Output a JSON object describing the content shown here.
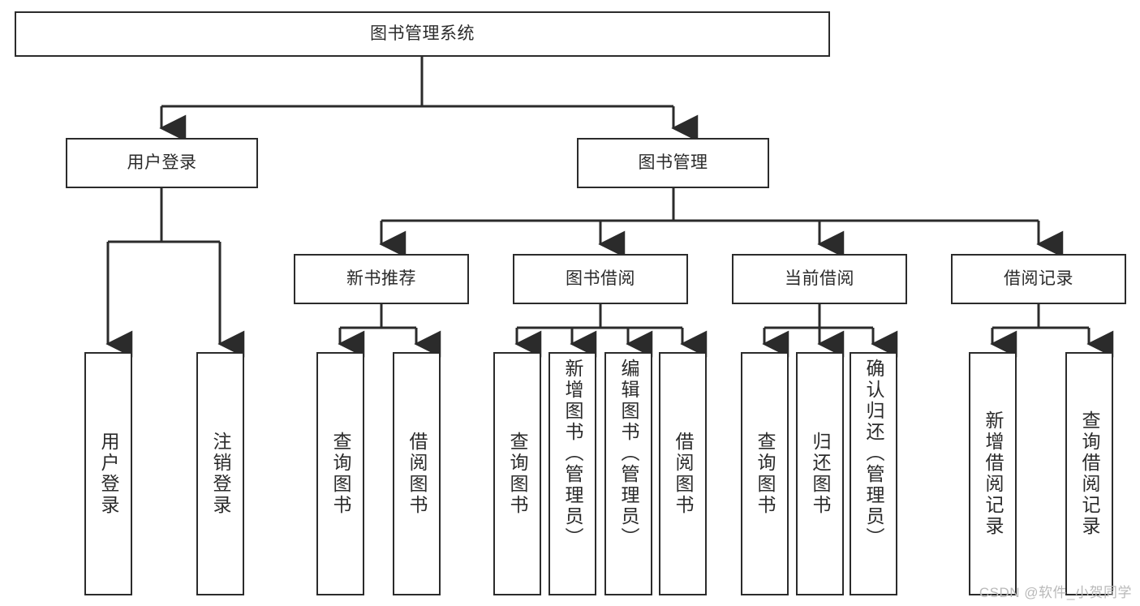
{
  "diagram": {
    "title": "图书管理系统",
    "watermark": "CSDN @软件_小贺同学",
    "line_color": "#2b2b2b",
    "box_fill": "#ffffff",
    "text_color": "#2b2b2b",
    "watermark_color": "#b9b9b9",
    "root": {
      "label": "图书管理系统"
    },
    "level2": [
      {
        "label": "用户登录"
      },
      {
        "label": "图书管理"
      }
    ],
    "level3": [
      {
        "label": "新书推荐"
      },
      {
        "label": "图书借阅"
      },
      {
        "label": "当前借阅"
      },
      {
        "label": "借阅记录"
      }
    ],
    "leaves": {
      "user_login": [
        {
          "label": "用户登录"
        },
        {
          "label": "注销登录"
        }
      ],
      "new_book_recommend": [
        {
          "label": "查询图书"
        },
        {
          "label": "借阅图书"
        }
      ],
      "book_borrow": [
        {
          "label": "查询图书"
        },
        {
          "label": "新增图书（管理员）"
        },
        {
          "label": "编辑图书（管理员）"
        },
        {
          "label": "借阅图书"
        }
      ],
      "current_borrow": [
        {
          "label": "查询图书"
        },
        {
          "label": "归还图书"
        },
        {
          "label": "确认归还（管理员）"
        }
      ],
      "borrow_records": [
        {
          "label": "新增借阅记录"
        },
        {
          "label": "查询借阅记录"
        }
      ]
    }
  }
}
